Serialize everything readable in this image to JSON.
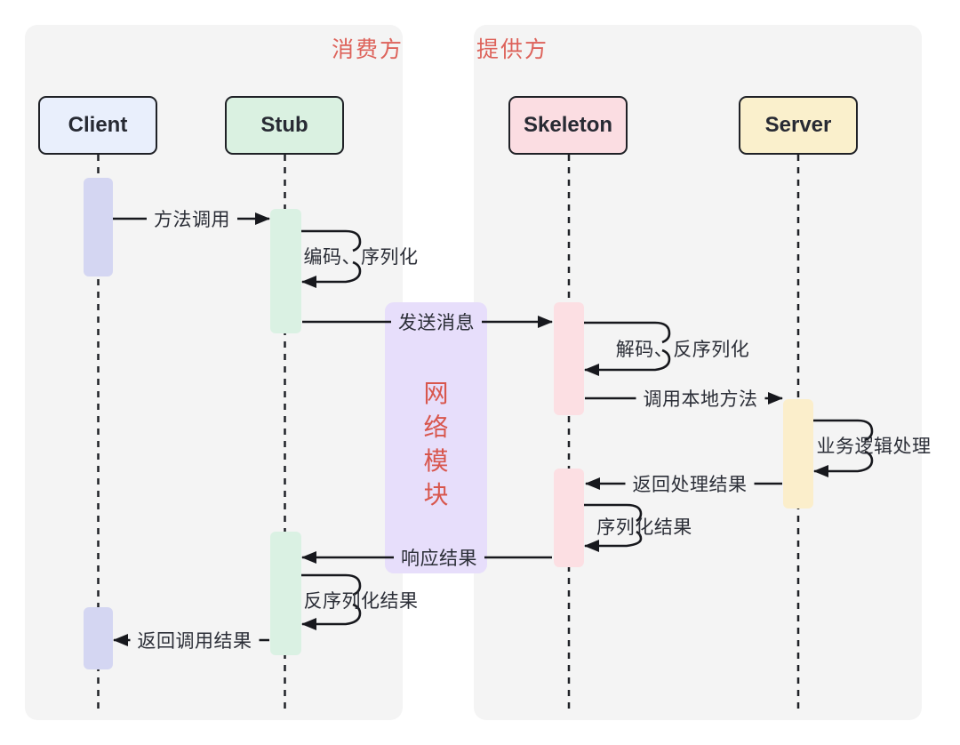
{
  "panels": {
    "consumer": {
      "label": "消费方"
    },
    "provider": {
      "label": "提供方"
    }
  },
  "actors": [
    {
      "id": "client",
      "label": "Client"
    },
    {
      "id": "stub",
      "label": "Stub"
    },
    {
      "id": "skeleton",
      "label": "Skeleton"
    },
    {
      "id": "server",
      "label": "Server"
    }
  ],
  "network_module": {
    "label": "网络模块"
  },
  "messages": [
    {
      "id": "method-call",
      "label": "方法调用",
      "from": "Client",
      "to": "Stub",
      "kind": "arrow"
    },
    {
      "id": "encode-serialize",
      "label": "编码、序列化",
      "from": "Stub",
      "to": "Stub",
      "kind": "self"
    },
    {
      "id": "send-message",
      "label": "发送消息",
      "from": "Stub",
      "to": "Skeleton",
      "kind": "arrow"
    },
    {
      "id": "decode-deserialize",
      "label": "解码、反序列化",
      "from": "Skeleton",
      "to": "Skeleton",
      "kind": "self"
    },
    {
      "id": "call-local-method",
      "label": "调用本地方法",
      "from": "Skeleton",
      "to": "Server",
      "kind": "arrow"
    },
    {
      "id": "business-logic",
      "label": "业务逻辑处理",
      "from": "Server",
      "to": "Server",
      "kind": "self"
    },
    {
      "id": "return-result",
      "label": "返回处理结果",
      "from": "Server",
      "to": "Skeleton",
      "kind": "arrow"
    },
    {
      "id": "serialize-result",
      "label": "序列化结果",
      "from": "Skeleton",
      "to": "Skeleton",
      "kind": "self"
    },
    {
      "id": "response-result",
      "label": "响应结果",
      "from": "Skeleton",
      "to": "Stub",
      "kind": "arrow"
    },
    {
      "id": "deserialize-result",
      "label": "反序列化结果",
      "from": "Stub",
      "to": "Stub",
      "kind": "self"
    },
    {
      "id": "return-call-result",
      "label": "返回调用结果",
      "from": "Stub",
      "to": "Client",
      "kind": "arrow"
    }
  ],
  "colors": {
    "panel_bg": "#f4f4f4",
    "accent_red": "#dd625a",
    "client_fill": "#e9effc",
    "stub_fill": "#daf1e1",
    "skeleton_fill": "#fbdde2",
    "server_fill": "#faf0cc",
    "client_activation": "#d4d6f2",
    "stub_activation": "#daf1e3",
    "skeleton_activation": "#fcdfe3",
    "server_activation": "#fbeecb",
    "network_fill": "#e7defb",
    "line": "#17181d"
  }
}
